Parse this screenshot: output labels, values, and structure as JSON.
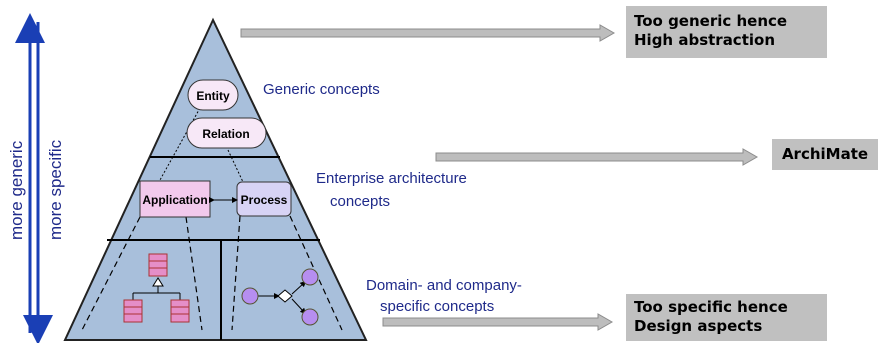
{
  "vertical": {
    "generic_label": "more generic",
    "specific_label": "more specific",
    "generic_color": "#1a3fb5",
    "specific_color": "#1a3fb5"
  },
  "pyramid": {
    "level1_label": "Generic concepts",
    "level2_label_line1": "Enterprise architecture",
    "level2_label_line2": "concepts",
    "level3_label_line1": "Domain- and company-",
    "level3_label_line2": "specific concepts",
    "nodes": {
      "entity": "Entity",
      "relation": "Relation",
      "application": "Application",
      "process": "Process"
    }
  },
  "callouts": {
    "top_line1": "Too generic hence",
    "top_line2": "High abstraction",
    "middle": "ArchiMate",
    "bottom_line1": "Too specific hence",
    "bottom_line2": "Design aspects",
    "box_color": "#c0c0c0"
  }
}
